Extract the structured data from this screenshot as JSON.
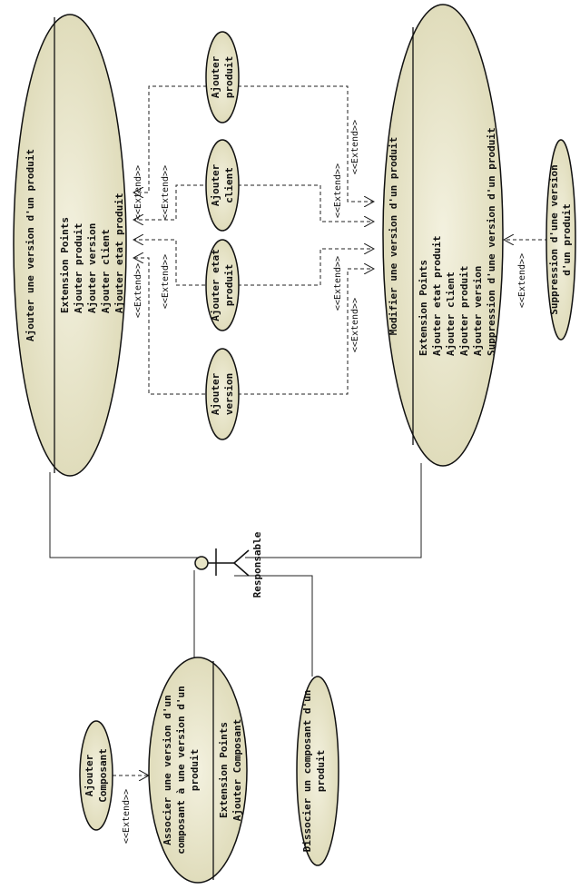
{
  "usecases": {
    "ajouter_version_produit": {
      "title": "Ajouter une version d'un produit",
      "ext_header": "Extension Points",
      "ext": [
        "Ajouter produit",
        "Ajouter version",
        "Ajouter client",
        "Ajouter etat produit"
      ]
    },
    "modifier_version_produit": {
      "title": "Modifier une version d'un produit",
      "ext_header": "Extension Points",
      "ext": [
        "Ajouter etat produit",
        "Ajouter client",
        "Ajouter produit",
        "Ajouter version",
        "Suppression d'une version d'un produit"
      ]
    },
    "ajouter_produit": [
      "Ajouter",
      "produit"
    ],
    "ajouter_client": [
      "Ajouter",
      "client"
    ],
    "ajouter_etat_produit": [
      "Ajouter etat",
      "produit"
    ],
    "ajouter_version": [
      "Ajouter",
      "version"
    ],
    "suppression_version": [
      "Suppression d'une version",
      "d'un produit"
    ],
    "associer_composant": {
      "title": [
        "Associer une version d'un",
        "composant à une version d'un",
        "produit"
      ],
      "ext_header": "Extension Points",
      "ext": [
        "Ajouter Composant"
      ]
    },
    "dissocier_composant": [
      "Dissocier un composant d'un",
      "produit"
    ],
    "ajouter_composant": [
      "Ajouter",
      "Composant"
    ]
  },
  "actor": {
    "name": "Responsable"
  },
  "stereotype": "<<Extend>>",
  "colors": {
    "fill": "#e8e5c6",
    "stroke": "#111111",
    "line": "#222222"
  }
}
